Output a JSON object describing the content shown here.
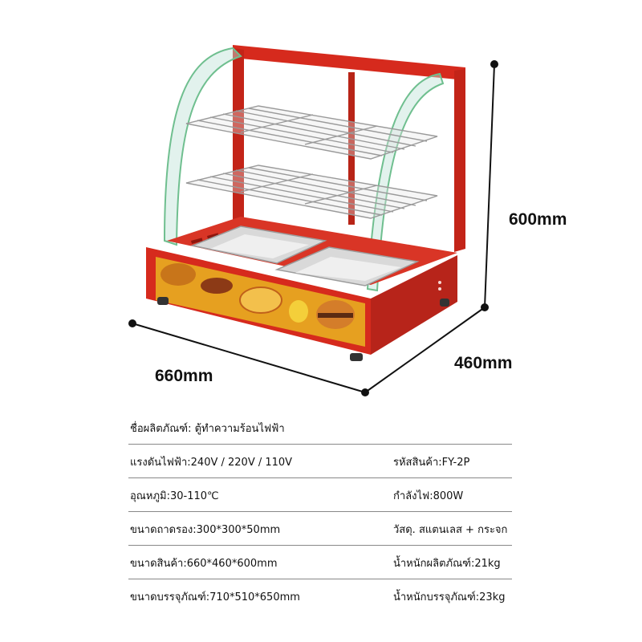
{
  "dimensions": {
    "height": "600mm",
    "depth": "460mm",
    "width": "660mm"
  },
  "product_image": {
    "subject": "food warmer display cabinet",
    "colors": {
      "body": "#d62a1d",
      "body_dark": "#a51b12",
      "glass": "#bfe3d6",
      "rack": "#b8b8b8",
      "tray": "#c9c9c9",
      "panel": "#e6a020"
    }
  },
  "specs": {
    "name_row": "ชื่อผลิตภัณฑ์: ตู้ทำความร้อนไฟฟ้า",
    "rows": [
      {
        "left": "แรงดันไฟฟ้า:240V / 220V / 110V",
        "right": "รหัสสินค้า:FY-2P"
      },
      {
        "left": "อุณหภูมิ:30-110℃",
        "right": "กำลังไฟ:800W"
      },
      {
        "left": "ขนาดถาดรอง:300*300*50mm",
        "right": "วัสดุ. สแตนเลส + กระจก"
      },
      {
        "left": "ขนาดสินค้า:660*460*600mm",
        "right": "น้ำหนักผลิตภัณฑ์:21kg"
      },
      {
        "left": "ขนาดบรรจุภัณฑ์:710*510*650mm",
        "right": "น้ำหนักบรรจุภัณฑ์:23kg"
      }
    ]
  }
}
